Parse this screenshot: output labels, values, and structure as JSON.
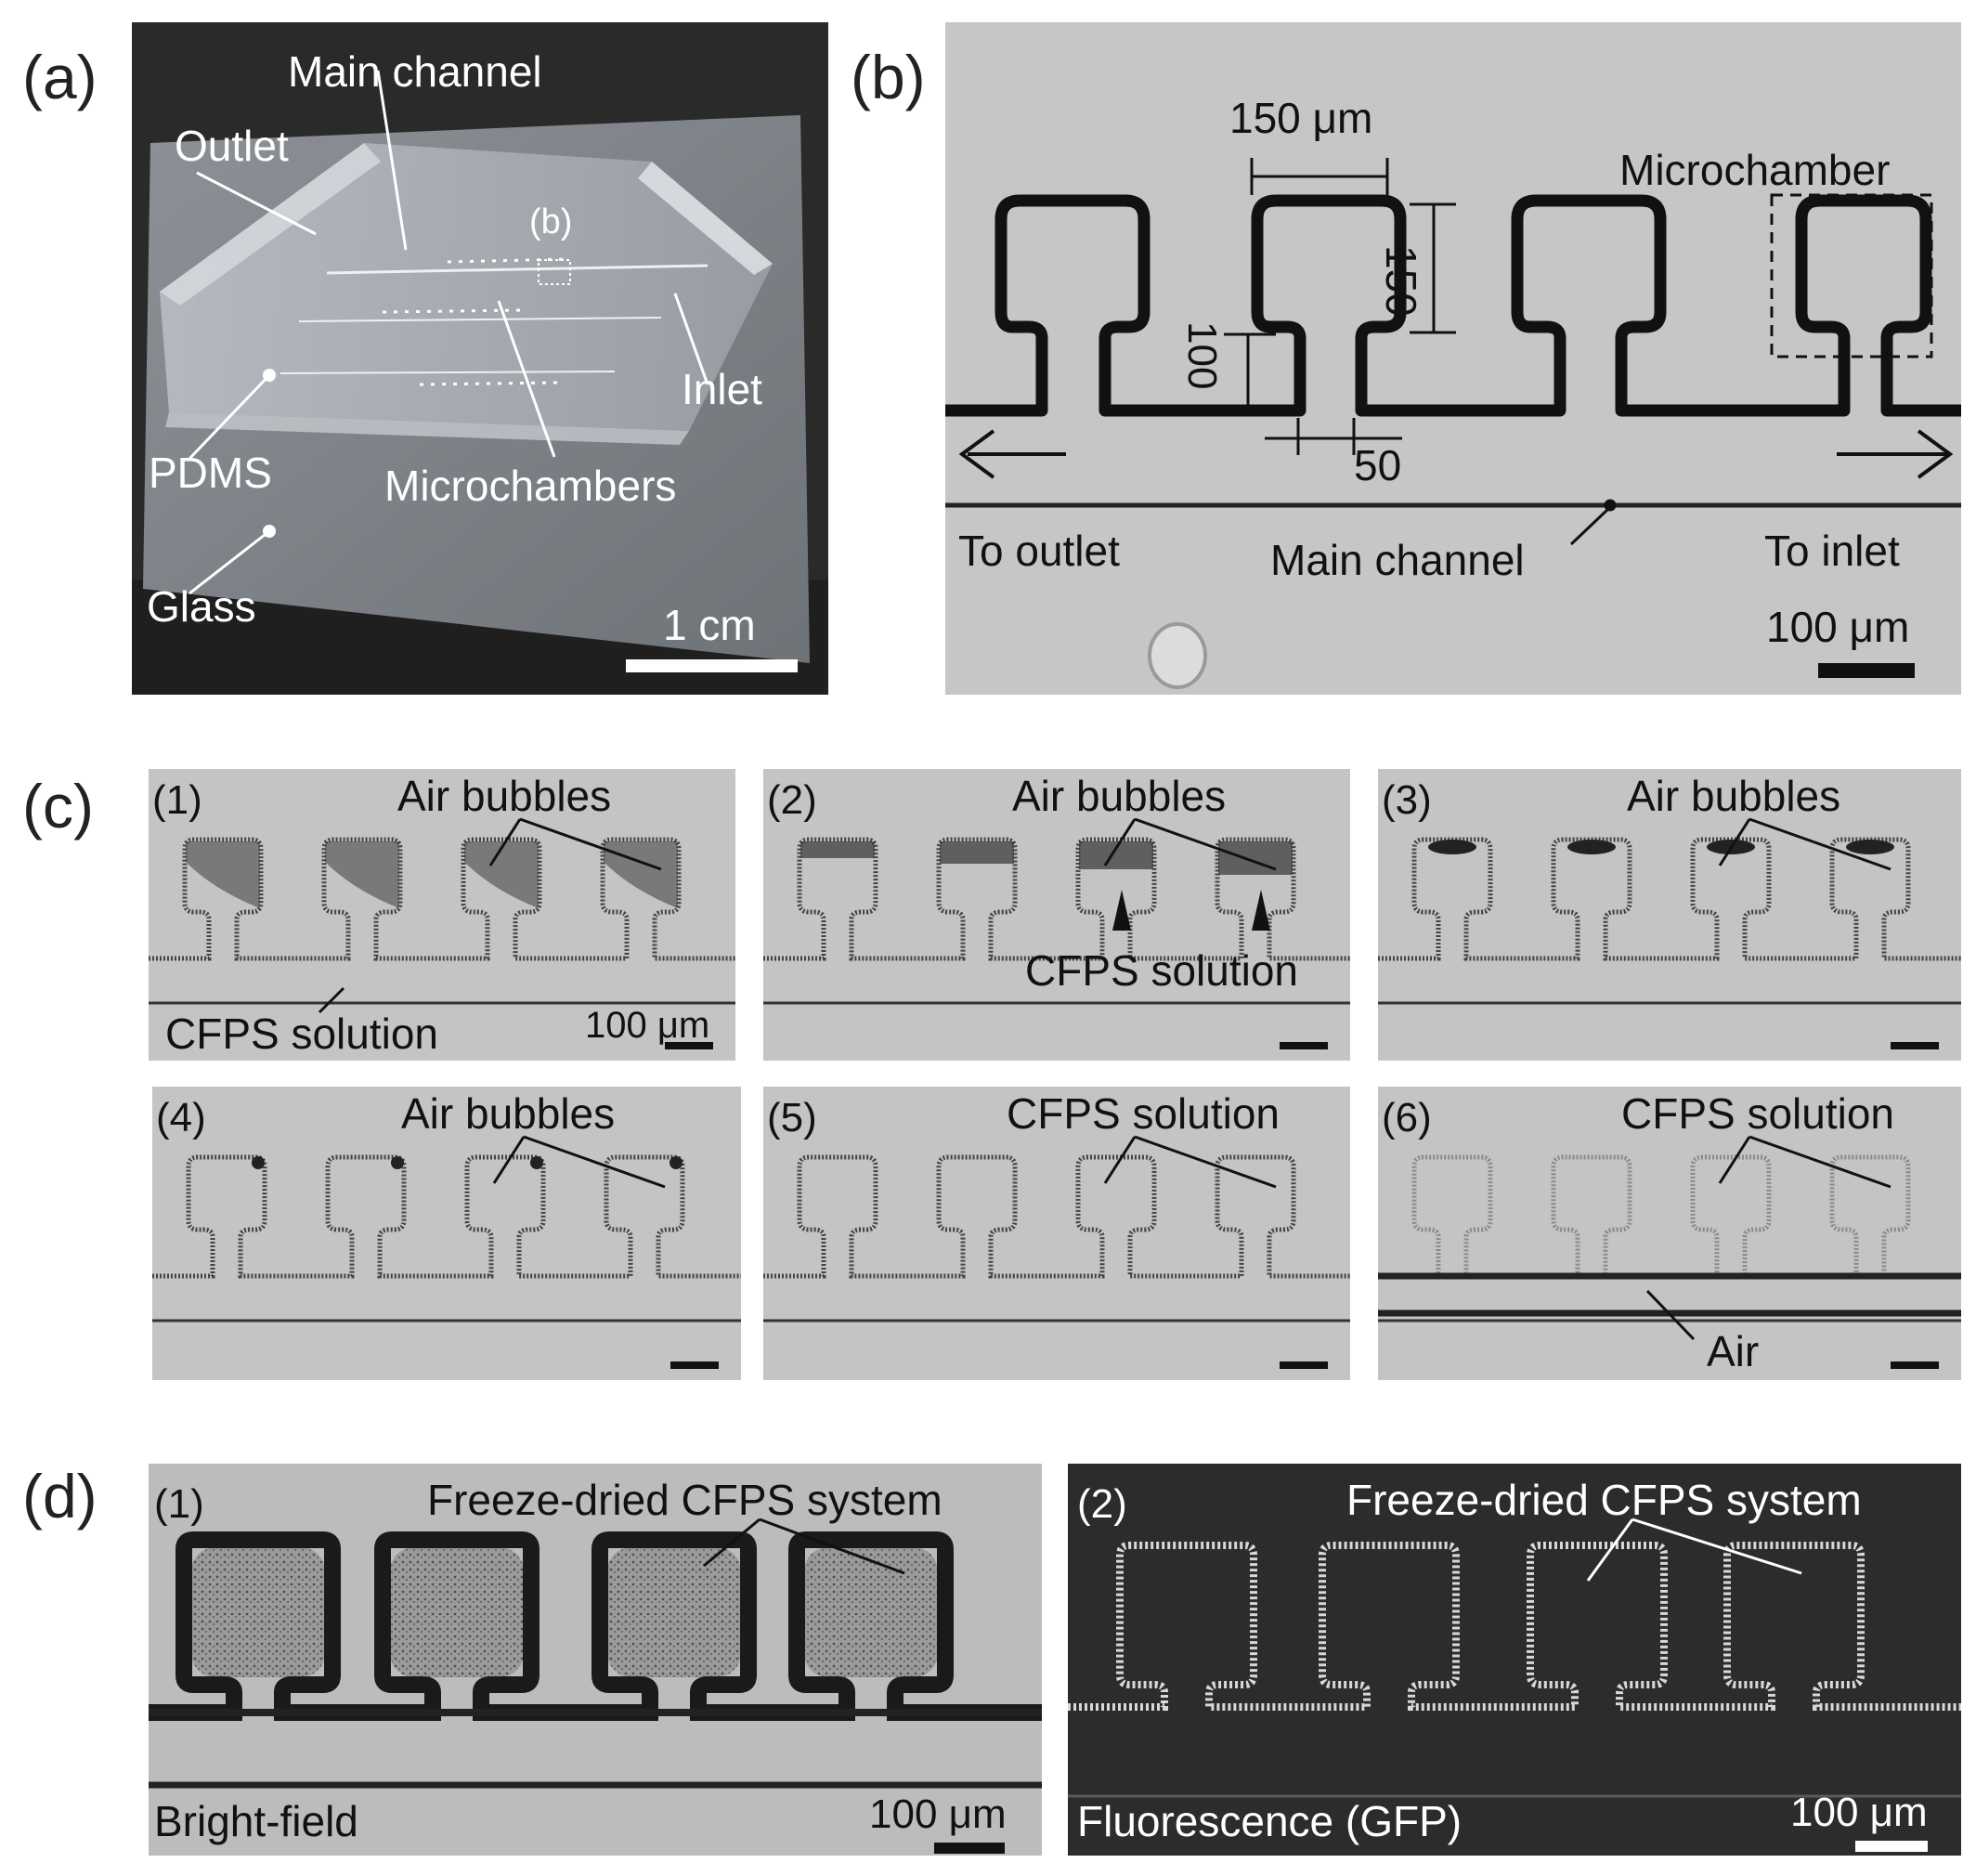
{
  "panel_a": {
    "label": "(a)",
    "main_channel": "Main channel",
    "outlet": "Outlet",
    "inset_ref": "(b)",
    "inlet": "Inlet",
    "pdms": "PDMS",
    "microchambers": "Microchambers",
    "glass": "Glass",
    "scale": "1 cm"
  },
  "panel_b": {
    "label": "(b)",
    "dim_width": "150 μm",
    "dim_height": "150",
    "dim_neck_height": "100",
    "dim_neck_width": "50",
    "microchamber": "Microchamber",
    "to_outlet": "To outlet",
    "main_channel": "Main channel",
    "to_inlet": "To inlet",
    "scale": "100 μm"
  },
  "panel_c": {
    "label": "(c)",
    "subpanels": [
      {
        "num": "(1)",
        "caption": "Air bubbles",
        "extra": "CFPS solution",
        "scale": "100 μm"
      },
      {
        "num": "(2)",
        "caption": "Air bubbles",
        "extra": "CFPS solution"
      },
      {
        "num": "(3)",
        "caption": "Air bubbles"
      },
      {
        "num": "(4)",
        "caption": "Air bubbles"
      },
      {
        "num": "(5)",
        "caption": "CFPS solution"
      },
      {
        "num": "(6)",
        "caption": "CFPS solution",
        "extra": "Air"
      }
    ]
  },
  "panel_d": {
    "label": "(d)",
    "left": {
      "num": "(1)",
      "caption": "Freeze-dried CFPS system",
      "mode": "Bright-field",
      "scale": "100 μm"
    },
    "right": {
      "num": "(2)",
      "caption": "Freeze-dried CFPS system",
      "mode": "Fluorescence (GFP)",
      "scale": "100 μm"
    }
  }
}
